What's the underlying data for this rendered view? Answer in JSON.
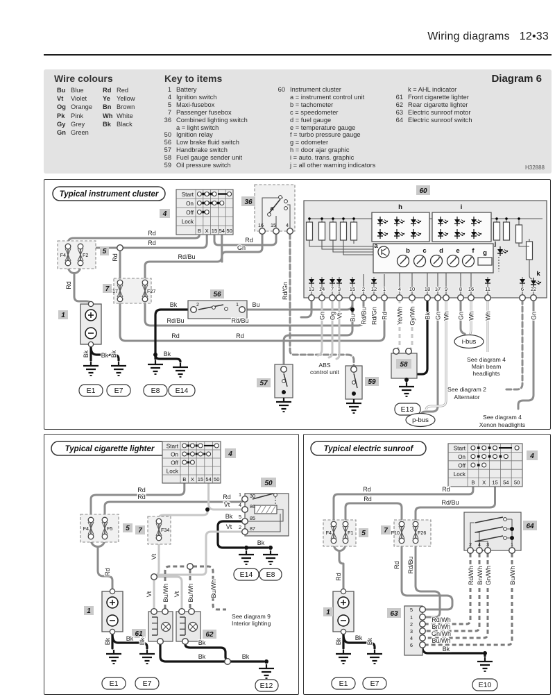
{
  "header": {
    "title": "Wiring diagrams",
    "page": "12•33"
  },
  "key": {
    "wire_colours_title": "Wire colours",
    "colours": [
      {
        "abbr": "Bu",
        "name": "Blue"
      },
      {
        "abbr": "Vt",
        "name": "Violet"
      },
      {
        "abbr": "Og",
        "name": "Orange"
      },
      {
        "abbr": "Pk",
        "name": "Pink"
      },
      {
        "abbr": "Gy",
        "name": "Grey"
      },
      {
        "abbr": "Gn",
        "name": "Green"
      },
      {
        "abbr": "Rd",
        "name": "Red"
      },
      {
        "abbr": "Ye",
        "name": "Yellow"
      },
      {
        "abbr": "Bn",
        "name": "Brown"
      },
      {
        "abbr": "Wh",
        "name": "White"
      },
      {
        "abbr": "Bk",
        "name": "Black"
      }
    ],
    "items_title": "Key to items",
    "col1": [
      {
        "num": "1",
        "label": "Battery"
      },
      {
        "num": "4",
        "label": "Ignition switch"
      },
      {
        "num": "5",
        "label": "Maxi-fusebox"
      },
      {
        "num": "7",
        "label": "Passenger fusebox"
      },
      {
        "num": "36",
        "label": "Combined lighting switch"
      },
      {
        "num": "",
        "label": "a = light switch"
      },
      {
        "num": "50",
        "label": "Ignition relay"
      },
      {
        "num": "56",
        "label": "Low brake fluid switch"
      },
      {
        "num": "57",
        "label": "Handbrake switch"
      },
      {
        "num": "58",
        "label": "Fuel gauge sender unit"
      },
      {
        "num": "59",
        "label": "Oil pressure switch"
      }
    ],
    "col2": [
      {
        "num": "60",
        "label": "Instrument cluster"
      },
      {
        "num": "",
        "label": "a = instrument control unit"
      },
      {
        "num": "",
        "label": "b = tachometer"
      },
      {
        "num": "",
        "label": "c = speedometer"
      },
      {
        "num": "",
        "label": "d = fuel gauge"
      },
      {
        "num": "",
        "label": "e = temperature gauge"
      },
      {
        "num": "",
        "label": "f = turbo pressure gauge"
      },
      {
        "num": "",
        "label": "g = odometer"
      },
      {
        "num": "",
        "label": "h = door ajar graphic"
      },
      {
        "num": "",
        "label": "i = auto. trans. graphic"
      },
      {
        "num": "",
        "label": "j = all other warning indicators"
      }
    ],
    "col3": [
      {
        "num": "",
        "label": "k = AHL indicator"
      },
      {
        "num": "61",
        "label": "Front cigarette lighter"
      },
      {
        "num": "62",
        "label": "Rear cigarette lighter"
      },
      {
        "num": "63",
        "label": "Electric sunroof motor"
      },
      {
        "num": "64",
        "label": "Electric sunroof switch"
      }
    ],
    "diagram_label": "Diagram 6",
    "code": "H32888"
  },
  "ign": {
    "rows": [
      "Start",
      "On",
      "Off",
      "Lock"
    ],
    "cols": [
      "B",
      "X",
      "15",
      "54",
      "50"
    ]
  },
  "wc": {
    "rd": "Rd",
    "rdbu": "Rd/Bu",
    "rdgn": "Rd/Gn",
    "gn": "Gn",
    "og": "Og",
    "vt": "Vt",
    "bu": "Bu",
    "bk": "Bk",
    "wh": "Wh",
    "yewh": "Ye/Wh",
    "gywh": "Gy/Wh",
    "buwh": "Bu/Wh",
    "rdwh": "Rd/Wh",
    "bnwh": "Bn/Wh",
    "gnwh": "Gn/Wh"
  },
  "p1": {
    "title": "Typical instrument cluster",
    "pins": [
      "13",
      "14",
      "7",
      "3",
      "15",
      "2",
      "12",
      "1",
      "4",
      "10",
      "18",
      "17",
      "9",
      "8",
      "16",
      "11",
      "6",
      "22"
    ],
    "letters": {
      "a": "a",
      "b": "b",
      "c": "c",
      "d": "d",
      "e": "e",
      "f": "f",
      "g": "g",
      "h": "h",
      "i": "i",
      "j": "j",
      "k": "k"
    },
    "badges": {
      "b1": "1",
      "b4": "4",
      "b5": "5",
      "b7": "7",
      "b36": "36",
      "b56": "56",
      "b57": "57",
      "b58": "58",
      "b59": "59",
      "b60": "60"
    },
    "fuses": {
      "f4": "F4",
      "f2": "F2",
      "f17": "F17",
      "f27": "F27"
    },
    "t36": [
      "16",
      "15",
      "4"
    ],
    "t56": [
      "2",
      "1"
    ],
    "earths": {
      "e1": "E1",
      "e7": "E7",
      "e8": "E8",
      "e13": "E13",
      "e14": "E14"
    },
    "abs": [
      "ABS",
      "control unit"
    ],
    "ibus": "i-bus",
    "pbus": "p-bus",
    "note_main": [
      "See diagram 4",
      "Main beam",
      "headlights"
    ],
    "note_alt": [
      "See diagram 2",
      "Alternator"
    ],
    "note_xenon": [
      "See diagram 4",
      "Xenon headlights"
    ]
  },
  "p2": {
    "title": "Typical cigarette lighter",
    "badges": {
      "b1": "1",
      "b4": "4",
      "b5": "5",
      "b7": "7",
      "b50": "50",
      "b61": "61",
      "b62": "62"
    },
    "fuses": {
      "f4": "F4",
      "f5": "F5",
      "f34": "F34"
    },
    "relay": {
      "n1": "1",
      "t30": "30",
      "n4": "4",
      "t86": "86",
      "n5": "5",
      "t85": "85",
      "n2": "2",
      "t87": "87"
    },
    "earths": {
      "e1": "E1",
      "e7": "E7",
      "e8": "E8",
      "e12": "E12",
      "e14": "E14"
    },
    "note9": [
      "See diagram 9",
      "Interior lighting"
    ]
  },
  "p3": {
    "title": "Typical electric sunroof",
    "badges": {
      "b1": "1",
      "b4": "4",
      "b5": "5",
      "b7": "7",
      "b63": "63",
      "b64": "64"
    },
    "fuses": {
      "f4": "F4",
      "f1": "F1",
      "f10": "F10",
      "f26": "F26"
    },
    "sw": [
      "2",
      "4",
      "3",
      "1"
    ],
    "motor": [
      "5",
      "1",
      "2",
      "3",
      "4",
      "6"
    ],
    "earths": {
      "e1": "E1",
      "e7": "E7",
      "e10": "E10"
    }
  }
}
